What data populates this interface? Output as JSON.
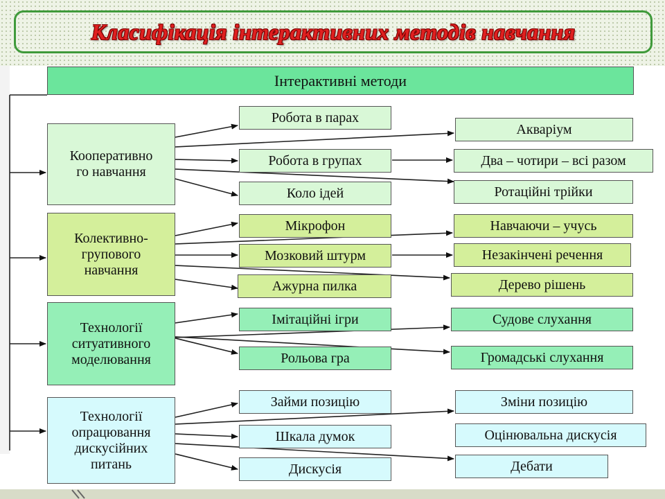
{
  "title": "Класифікація інтерактивних методів навчання",
  "root": "Інтерактивні методи",
  "categories": [
    {
      "label": [
        "Кооперативно",
        "го навчання"
      ],
      "color": "#d9f8d7",
      "methods": [
        "Робота в парах",
        "Робота в групах",
        "Коло ідей"
      ],
      "extra": [
        "Акваріум",
        "Два – чотири – всі разом",
        "Ротаційні трійки"
      ]
    },
    {
      "label": [
        "Колективно-",
        "групового",
        "навчання"
      ],
      "color": "#d4ef9b",
      "methods": [
        "Мікрофон",
        "Мозковий штурм",
        "Ажурна пилка"
      ],
      "extra": [
        "Навчаючи – учусь",
        "Незакінчені речення",
        "Дерево рішень"
      ]
    },
    {
      "label": [
        "Технології",
        "ситуативного",
        "моделювання"
      ],
      "color": "#95efb7",
      "methods": [
        "Імітаційні ігри",
        "Рольова гра"
      ],
      "extra": [
        "Судове слухання",
        "Громадські слухання"
      ]
    },
    {
      "label": [
        "Технології",
        "опрацювання",
        "дискусійних",
        "питань"
      ],
      "color": "#d6fafd",
      "methods": [
        "Займи позицію",
        "Шкала думок",
        "Дискусія"
      ],
      "extra": [
        "Зміни позицію",
        "Оцінювальна дискусія",
        "Дебати"
      ]
    }
  ]
}
